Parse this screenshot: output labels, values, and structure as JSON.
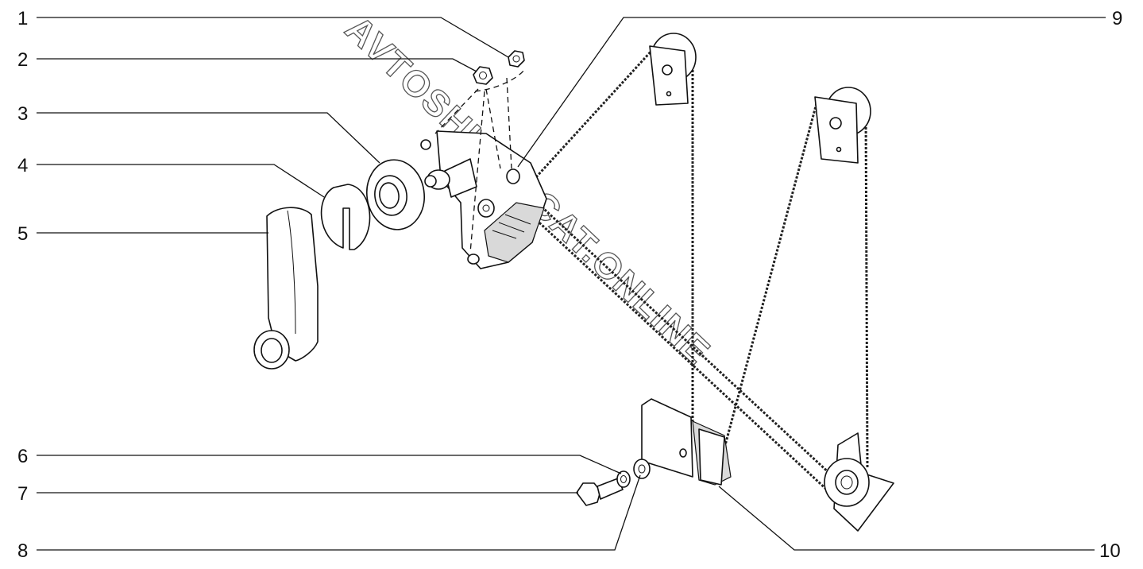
{
  "callouts": {
    "c1": "1",
    "c2": "2",
    "c3": "3",
    "c4": "4",
    "c5": "5",
    "c6": "6",
    "c7": "7",
    "c8": "8",
    "c9": "9",
    "c10": "10"
  },
  "watermark": "AVTOSHKA.ACAT.ONLINE"
}
